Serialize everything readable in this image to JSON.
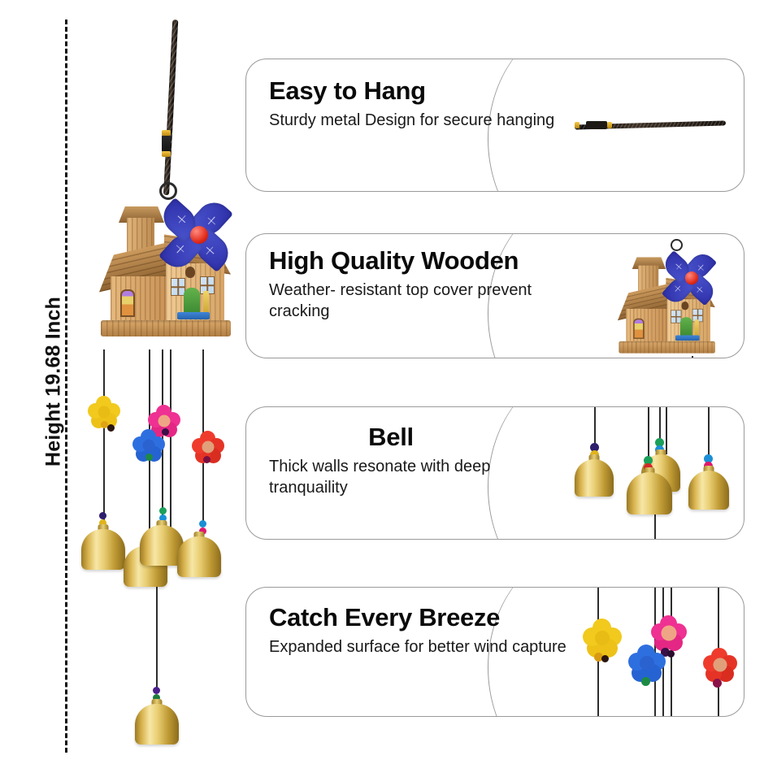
{
  "measurement": {
    "label": "Height 19.68 Inch"
  },
  "product": {
    "name": "wooden-windmill-house-wind-chime",
    "parts": {
      "cord": "braided-hanging-cord",
      "house": "wooden-birdhouse",
      "pinwheel": "blue-pinwheel",
      "bells": "brass-bells",
      "flowers": "wooden-flower-beads"
    },
    "colors": {
      "wood_light": "#e6b97d",
      "wood_dark": "#8d6231",
      "pinwheel_blue": "#2e2fa8",
      "hub_red": "#e02a18",
      "door_green": "#3d8a33",
      "brass": "#d9b44f",
      "cord_dark": "#1a1410"
    },
    "flower_colors": [
      "#f5cf1e",
      "#f0379a",
      "#2a68d8",
      "#ef3a2a"
    ],
    "bead_colors": [
      "#2e1f6e",
      "#1aa05a",
      "#e8b923",
      "#1b8fd6",
      "#e0196b",
      "#c9283c",
      "#4a1f8a"
    ]
  },
  "cards": [
    {
      "id": "easy-to-hang",
      "title": "Easy to Hang",
      "body": "Sturdy metal Design for secure hanging",
      "art": "hanging-cord-closeup",
      "title_align": "left"
    },
    {
      "id": "high-quality-wooden",
      "title": "High Quality Wooden",
      "body": "Weather- resistant top cover prevent cracking",
      "art": "wooden-house-closeup",
      "title_align": "left"
    },
    {
      "id": "bell",
      "title": "Bell",
      "body": "Thick walls resonate with deep tranquaility",
      "art": "brass-bells-closeup",
      "title_align": "center"
    },
    {
      "id": "catch-every-breeze",
      "title": "Catch Every Breeze",
      "body": "Expanded surface for better wind capture",
      "art": "flower-beads-closeup",
      "title_align": "left"
    }
  ]
}
